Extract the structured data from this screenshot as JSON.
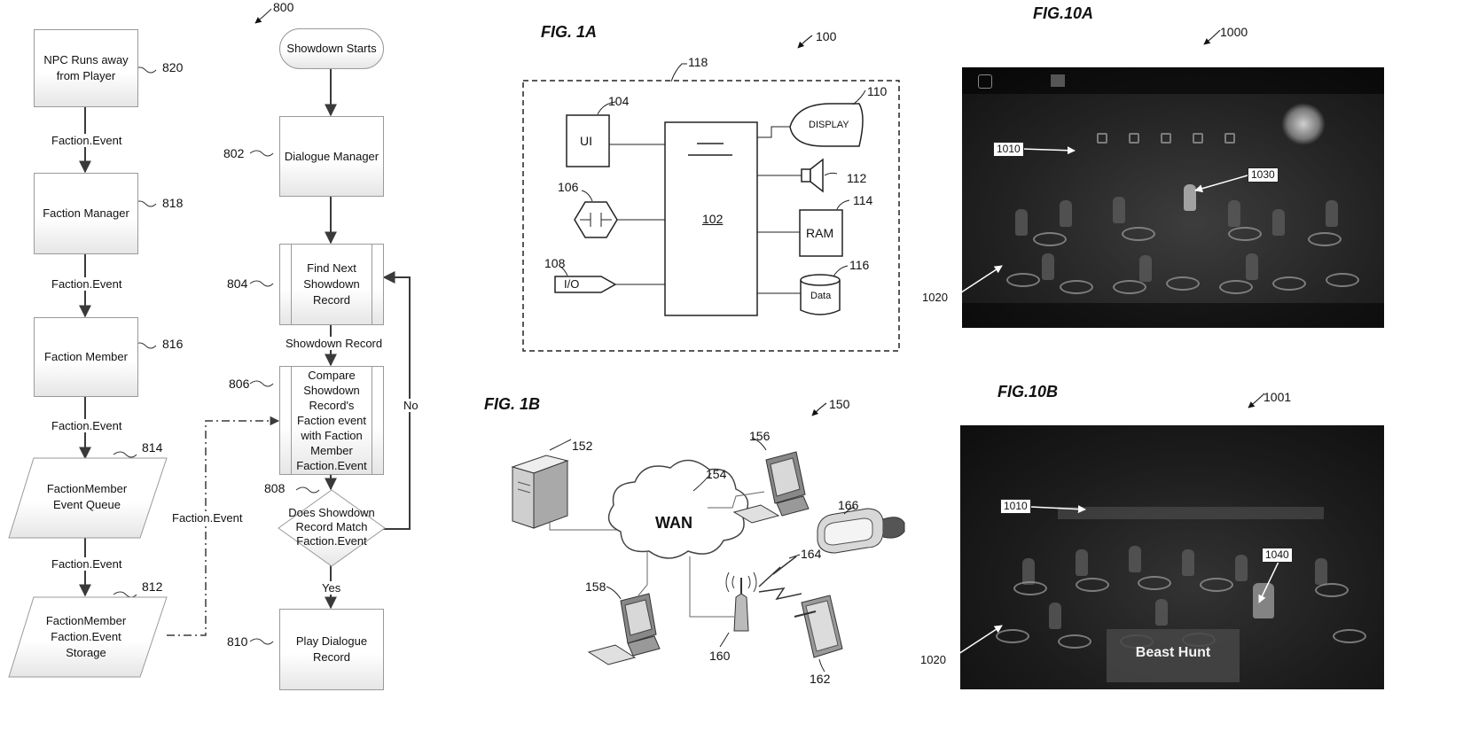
{
  "fig800": {
    "ref": "800",
    "left_column": [
      {
        "ref": "820",
        "text": "NPC Runs away from Player"
      },
      {
        "ref": "818",
        "text": "Faction Manager"
      },
      {
        "ref": "816",
        "text": "Faction Member"
      },
      {
        "ref": "814",
        "text": "FactionMember Event Queue"
      },
      {
        "ref": "812",
        "text": "FactionMember Faction.Event Storage"
      }
    ],
    "left_edge_labels": [
      "Faction.Event",
      "Faction.Event",
      "Faction.Event",
      "Faction.Event"
    ],
    "dashed_label": "Faction.Event",
    "right_column": [
      {
        "ref": "",
        "text": "Showdown Starts"
      },
      {
        "ref": "802",
        "text": "Dialogue Manager"
      },
      {
        "ref": "804",
        "text": "Find Next Showdown Record"
      },
      {
        "ref": "806",
        "text": "Compare Showdown Record's Faction event with Faction Member Faction.Event"
      },
      {
        "ref": "808",
        "text": "Does Showdown Record Match Faction.Event"
      },
      {
        "ref": "810",
        "text": "Play Dialogue Record"
      }
    ],
    "edge_showdown_record": "Showdown Record",
    "edge_no": "No",
    "edge_yes": "Yes"
  },
  "fig1a": {
    "title": "FIG. 1A",
    "ref": "100",
    "boundary_ref": "118",
    "cpu": {
      "ref": "102",
      "label": "102"
    },
    "ui": {
      "ref": "104",
      "label": "UI"
    },
    "storage_icon_ref": "106",
    "io": {
      "ref": "108",
      "label": "I/O"
    },
    "display": {
      "ref": "110",
      "label": "DISPLAY"
    },
    "speaker_ref": "112",
    "ram": {
      "ref": "114",
      "label": "RAM"
    },
    "data": {
      "ref": "116",
      "label": "Data"
    }
  },
  "fig1b": {
    "title": "FIG. 1B",
    "ref": "150",
    "server_ref": "152",
    "wan": {
      "ref": "154",
      "label": "WAN"
    },
    "desktop_top_ref": "156",
    "desktop_bottom_ref": "158",
    "router_ref": "160",
    "tablet_ref": "162",
    "wireless_ref": "164",
    "headset_ref": "166"
  },
  "fig10a": {
    "title": "FIG.10A",
    "ref": "1000",
    "callouts": {
      "c1010": "1010",
      "c1020": "1020",
      "c1030": "1030"
    }
  },
  "fig10b": {
    "title": "FIG.10B",
    "ref": "1001",
    "callouts": {
      "c1010": "1010",
      "c1020": "1020",
      "c1040": "1040"
    },
    "banner_text": "Beast Hunt"
  }
}
